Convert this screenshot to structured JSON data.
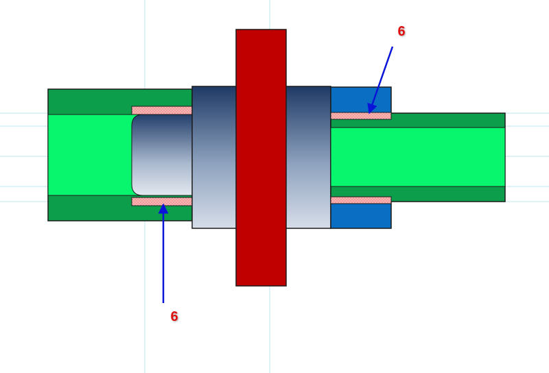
{
  "callouts": [
    {
      "label": "6",
      "points_to": "seal-ring-right-top"
    },
    {
      "label": "6",
      "points_to": "seal-ring-left-bottom"
    }
  ],
  "colors": {
    "guide_line": "#bfe6ee",
    "pipe_dark": "#0d9e4c",
    "pipe_light": "#08f56e",
    "nut_blue": "#0a6fc2",
    "flange_red": "#c00000",
    "seal_pink": "#f39a9a",
    "arrow": "#0a14d8",
    "label": "#e01010",
    "outline": "#1a1a1a"
  }
}
